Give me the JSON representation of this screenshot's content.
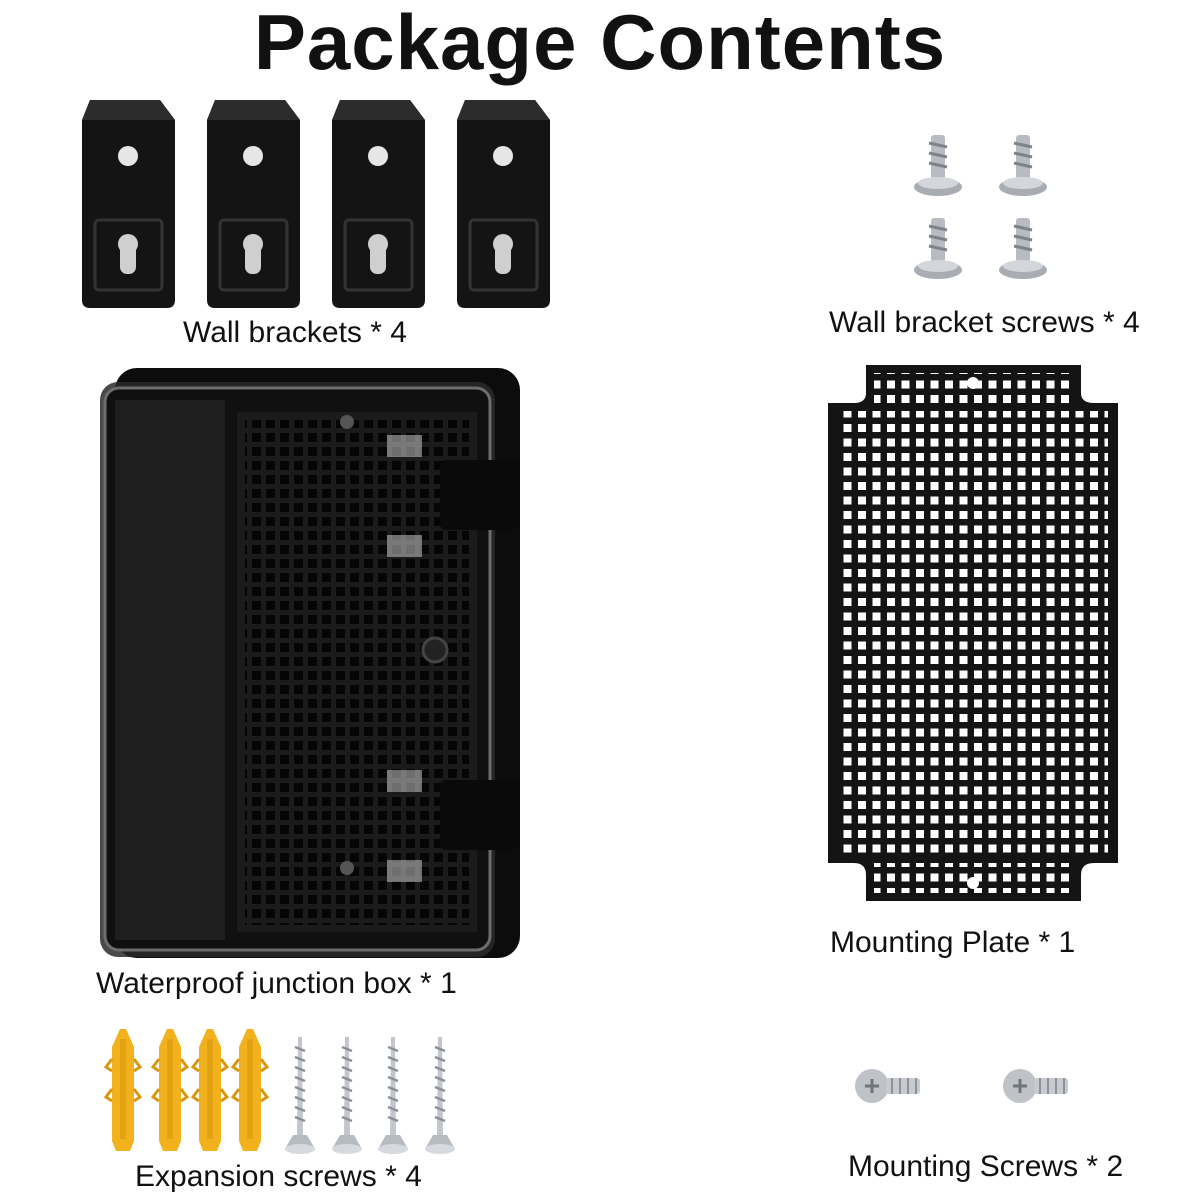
{
  "page": {
    "title": "Package Contents",
    "items": {
      "wall_brackets": "Wall brackets * 4",
      "wall_bracket_screws": "Wall bracket screws * 4",
      "junction_box": "Waterproof junction box * 1",
      "mounting_plate": "Mounting Plate * 1",
      "expansion_screws": "Expansion screws * 4",
      "mounting_screws": "Mounting Screws * 2"
    }
  },
  "colors": {
    "background": "#ffffff",
    "product_black": "#141414",
    "anchor_yellow": "#f2b21e",
    "screw_silver": "#b8bcc2"
  }
}
